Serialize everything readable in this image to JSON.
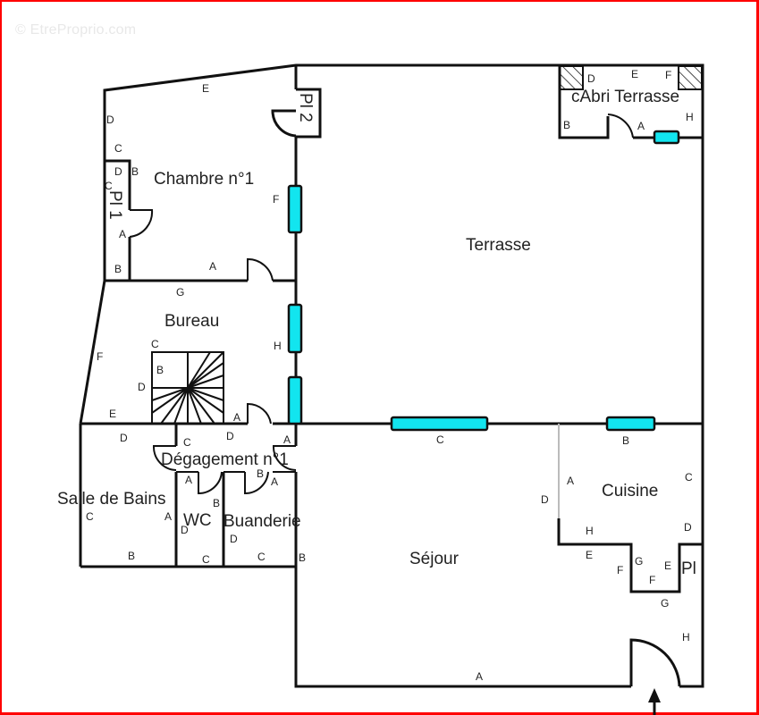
{
  "watermark": "© EtreProprio.com",
  "colors": {
    "wall": "#111111",
    "window": "#12e5ef",
    "frame": "#ff0000",
    "background": "#ffffff"
  },
  "rooms": {
    "chambre": "Chambre n°1",
    "pl2": "Pl 2",
    "pl1": "Pl 1",
    "terrasse": "Terrasse",
    "abri": "cAbri Terrasse",
    "bureau": "Bureau",
    "degagement": "Dégagement n°1",
    "sdb": "Salle de Bains",
    "wc": "WC",
    "buanderie": "Buanderie",
    "sejour": "Séjour",
    "cuisine": "Cuisine",
    "pl": "Pl"
  },
  "wall_labels": {
    "chambre": [
      "E",
      "D",
      "C",
      "D",
      "B",
      "C",
      "A",
      "B",
      "A",
      "F"
    ],
    "bureau": [
      "G",
      "F",
      "C",
      "B",
      "D",
      "E",
      "H",
      "A"
    ],
    "abri": [
      "D",
      "E",
      "F",
      "B",
      "A",
      "H"
    ],
    "degagement": [
      "D",
      "C",
      "A",
      "A",
      "B",
      "B",
      "A"
    ],
    "sdb": [
      "D",
      "C",
      "A",
      "B"
    ],
    "wc": [
      "D",
      "C"
    ],
    "buanderie": [
      "D",
      "C",
      "B"
    ],
    "sejour": [
      "C",
      "B",
      "D",
      "A",
      "H",
      "E",
      "F",
      "G",
      "B"
    ],
    "cuisine": [
      "A",
      "C",
      "H",
      "D",
      "E",
      "F",
      "G",
      "F",
      "E",
      "G"
    ]
  },
  "entrance": "entrance-arrow"
}
